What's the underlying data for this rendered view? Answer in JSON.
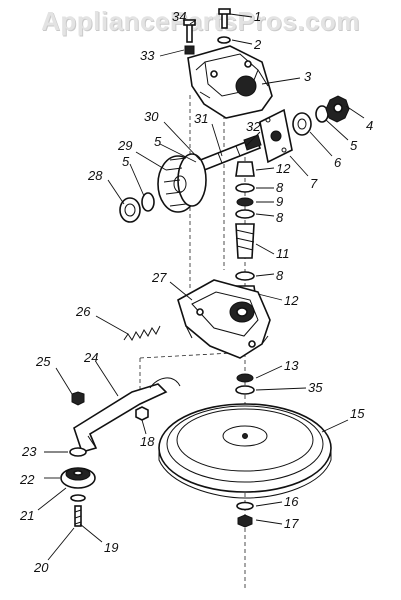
{
  "watermark": "AppliancePartsPros.com",
  "callouts": [
    "1",
    "2",
    "3",
    "4",
    "5",
    "5",
    "5",
    "6",
    "7",
    "8",
    "8",
    "8",
    "9",
    "11",
    "12",
    "12",
    "13",
    "15",
    "16",
    "17",
    "18",
    "19",
    "20",
    "21",
    "22",
    "23",
    "24",
    "25",
    "26",
    "27",
    "28",
    "29",
    "30",
    "31",
    "32",
    "33",
    "34",
    "35"
  ]
}
